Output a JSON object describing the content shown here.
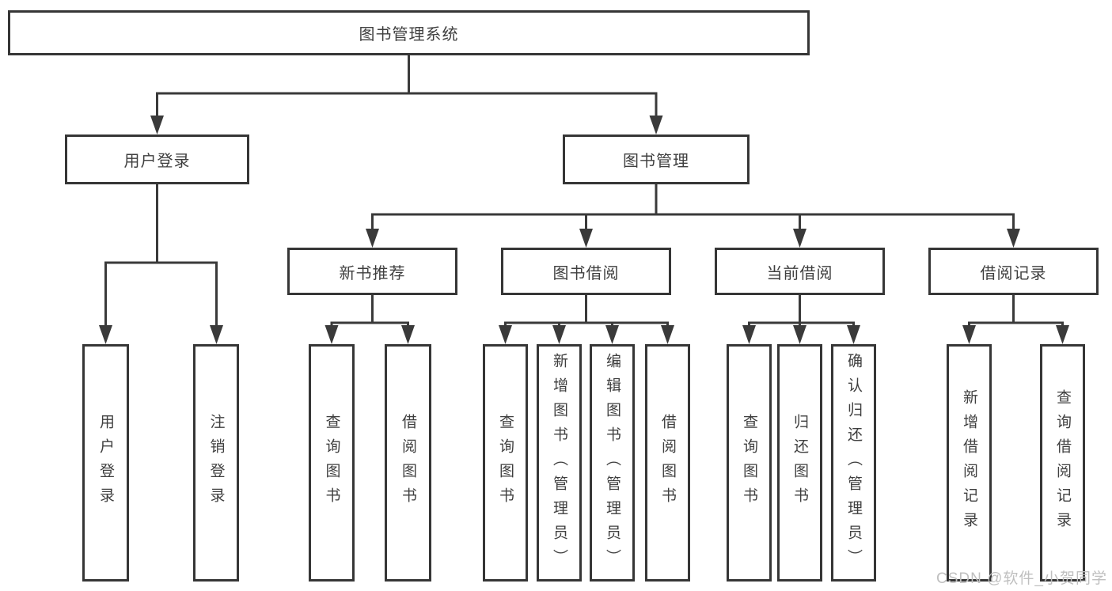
{
  "diagram": {
    "title": "图书管理系统",
    "root": {
      "label": "图书管理系统"
    },
    "branches": [
      {
        "label": "用户登录",
        "children": [
          {
            "label": "用户登录"
          },
          {
            "label": "注销登录"
          }
        ]
      },
      {
        "label": "图书管理",
        "children": [
          {
            "label": "新书推荐",
            "children": [
              {
                "label": "查询图书"
              },
              {
                "label": "借阅图书"
              }
            ]
          },
          {
            "label": "图书借阅",
            "children": [
              {
                "label": "查询图书"
              },
              {
                "label": "新增图书（管理员）"
              },
              {
                "label": "编辑图书（管理员）"
              },
              {
                "label": "借阅图书"
              }
            ]
          },
          {
            "label": "当前借阅",
            "children": [
              {
                "label": "查询图书"
              },
              {
                "label": "归还图书"
              },
              {
                "label": "确认归还（管理员）"
              }
            ]
          },
          {
            "label": "借阅记录",
            "children": [
              {
                "label": "新增借阅记录"
              },
              {
                "label": "查询借阅记录"
              }
            ]
          }
        ]
      }
    ]
  },
  "watermark": {
    "text": "CSDN @软件_小贺同学"
  },
  "colors": {
    "line": "#3a3a3a",
    "box_border": "#363636",
    "box_fill": "#ffffff",
    "text": "#3f3f3f",
    "watermark": "#bfbfbf"
  }
}
